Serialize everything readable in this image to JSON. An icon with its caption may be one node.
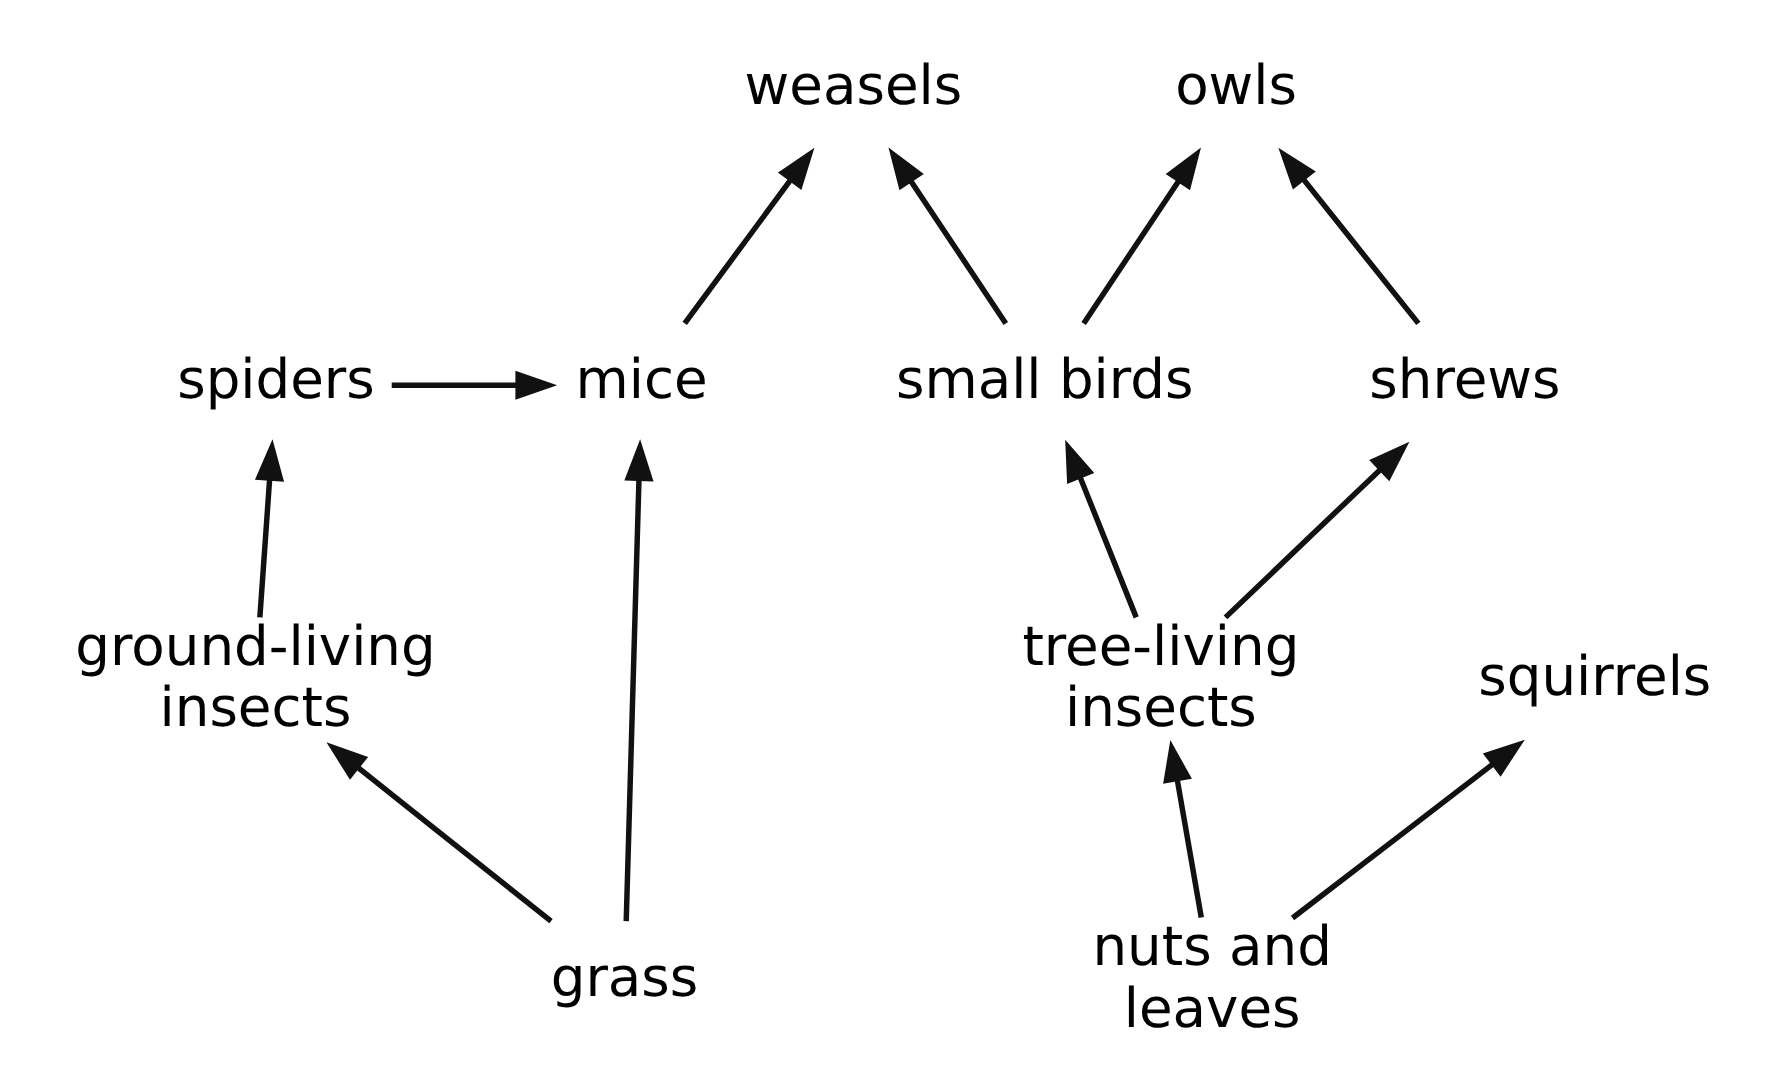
{
  "diagram": {
    "nodes": [
      {
        "text": [
          "weasels"
        ]
      },
      {
        "text": [
          "owls"
        ]
      },
      {
        "text": [
          "spiders"
        ]
      },
      {
        "text": [
          "mice"
        ]
      },
      {
        "text": [
          "small birds"
        ]
      },
      {
        "text": [
          "shrews"
        ]
      },
      {
        "text": [
          "ground-living insects"
        ]
      },
      {
        "text": [
          "tree-living insects"
        ]
      },
      {
        "text": [
          "squirrels"
        ]
      },
      {
        "text": [
          "grass"
        ]
      },
      {
        "text": [
          "nuts and leaves"
        ]
      }
    ],
    "edges": [
      {
        "from": 2,
        "to": 3,
        "arrow": "to"
      },
      {
        "from": 3,
        "to": 0,
        "arrow": "to"
      },
      {
        "from": 4,
        "to": 0,
        "arrow": "to"
      },
      {
        "from": 4,
        "to": 1,
        "arrow": "to"
      },
      {
        "from": 5,
        "to": 1,
        "arrow": "to"
      },
      {
        "from": 6,
        "to": 2,
        "arrow": "to"
      },
      {
        "from": 9,
        "to": 6,
        "arrow": "to"
      },
      {
        "from": 9,
        "to": 3,
        "arrow": "to"
      },
      {
        "from": 7,
        "to": 4,
        "arrow": "to"
      },
      {
        "from": 7,
        "to": 5,
        "arrow": "to"
      },
      {
        "from": 10,
        "to": 7,
        "arrow": "to"
      },
      {
        "from": 10,
        "to": 8,
        "arrow": "to"
      }
    ]
  }
}
